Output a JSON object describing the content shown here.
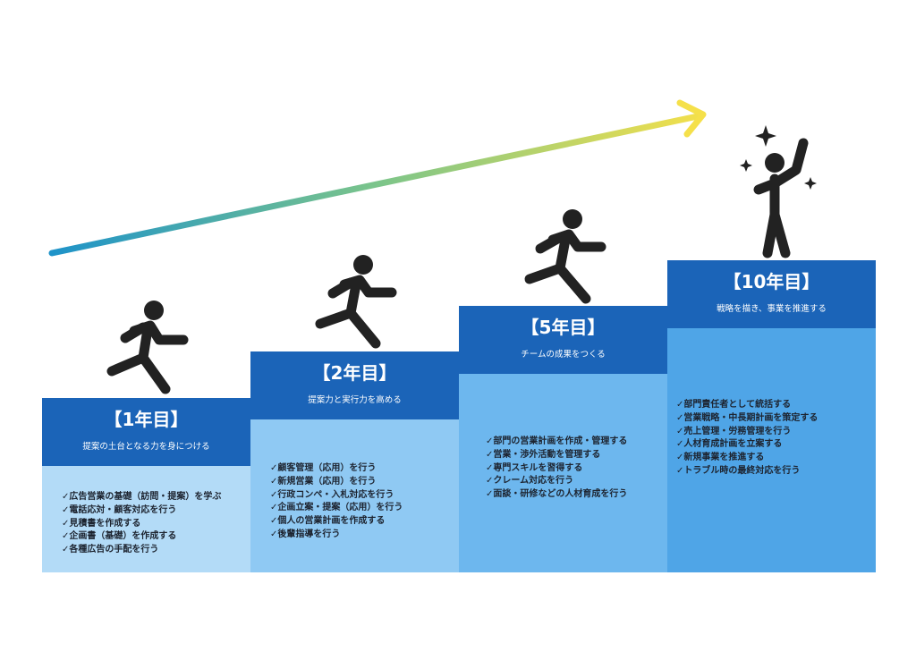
{
  "steps": [
    {
      "title": "【1年目】",
      "subtitle": "提案の土台となる力を身につける",
      "items": [
        "✓広告営業の基礎（訪問・提案）を学ぶ",
        "✓電話応対・顧客対応を行う",
        "✓見積書を作成する",
        "✓企画書（基礎）を作成する",
        "✓各種広告の手配を行う"
      ]
    },
    {
      "title": "【2年目】",
      "subtitle": "提案力と実行力を高める",
      "items": [
        "✓顧客管理（応用）を行う",
        "✓新規営業（応用）を行う",
        "✓行政コンペ・入札対応を行う",
        "✓企画立案・提案（応用）を行う",
        "✓個人の営業計画を作成する",
        "✓後輩指導を行う"
      ]
    },
    {
      "title": "【5年目】",
      "subtitle": "チームの成果をつくる",
      "items": [
        "✓部門の営業計画を作成・管理する",
        "✓営業・渉外活動を管理する",
        "✓専門スキルを習得する",
        "✓クレーム対応を行う",
        "✓面談・研修などの人材育成を行う"
      ]
    },
    {
      "title": "【10年目】",
      "subtitle": "戦略を描き、事業を推進する",
      "items": [
        "✓部門責任者として統括する",
        "✓営業戦略・中長期計画を策定する",
        "✓売上管理・労務管理を行う",
        "✓人材育成計画を立案する",
        "✓新規事業を推進する",
        "✓トラブル時の最終対応を行う"
      ]
    }
  ],
  "colors": {
    "header": "#1b64b8",
    "body1": "#b3dbf7",
    "body2": "#8fc9f3",
    "body3": "#6db7ee",
    "body4": "#4fa5e7",
    "figure": "#222222"
  }
}
